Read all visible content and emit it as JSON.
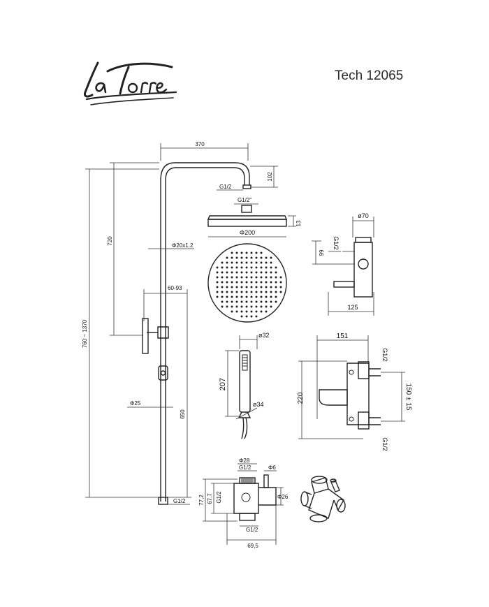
{
  "brand": {
    "logo_text": "laTorre"
  },
  "header": {
    "model": "Tech 12065"
  },
  "dimensions": {
    "top_width": "370",
    "arm_drop": "102",
    "arm_thread": "G1/2",
    "head_thread": "G1/2\"",
    "head_thickness": "13",
    "head_diameter": "Φ200",
    "column_height": "720",
    "tube": "Φ20x1.2",
    "holder_range": "60-93",
    "total_height": "760 ~ 1370",
    "bar_diameter": "Φ25",
    "lower_height": "650",
    "bottom_thread": "G1/2",
    "holder_diameter": "ø70",
    "holder_thread": "G1/2",
    "holder_offset": "66",
    "holder_depth": "125",
    "hand_diameter": "ø32",
    "hand_length": "207",
    "hand_base": "ø34",
    "mixer_width": "151",
    "mixer_height": "220",
    "mixer_centers": "150 ± 15",
    "mixer_thread_top": "G1/2",
    "mixer_thread_bottom": "G1/2",
    "diverter_diameter": "Φ28",
    "diverter_thread_top": "G1/2",
    "diverter_pin": "Φ6",
    "diverter_height_1": "77,2",
    "diverter_height_2": "67,7",
    "diverter_thread_side": "G1/2",
    "diverter_body": "Φ26",
    "diverter_thread_bottom": "G1/2",
    "diverter_width": "69,5"
  }
}
